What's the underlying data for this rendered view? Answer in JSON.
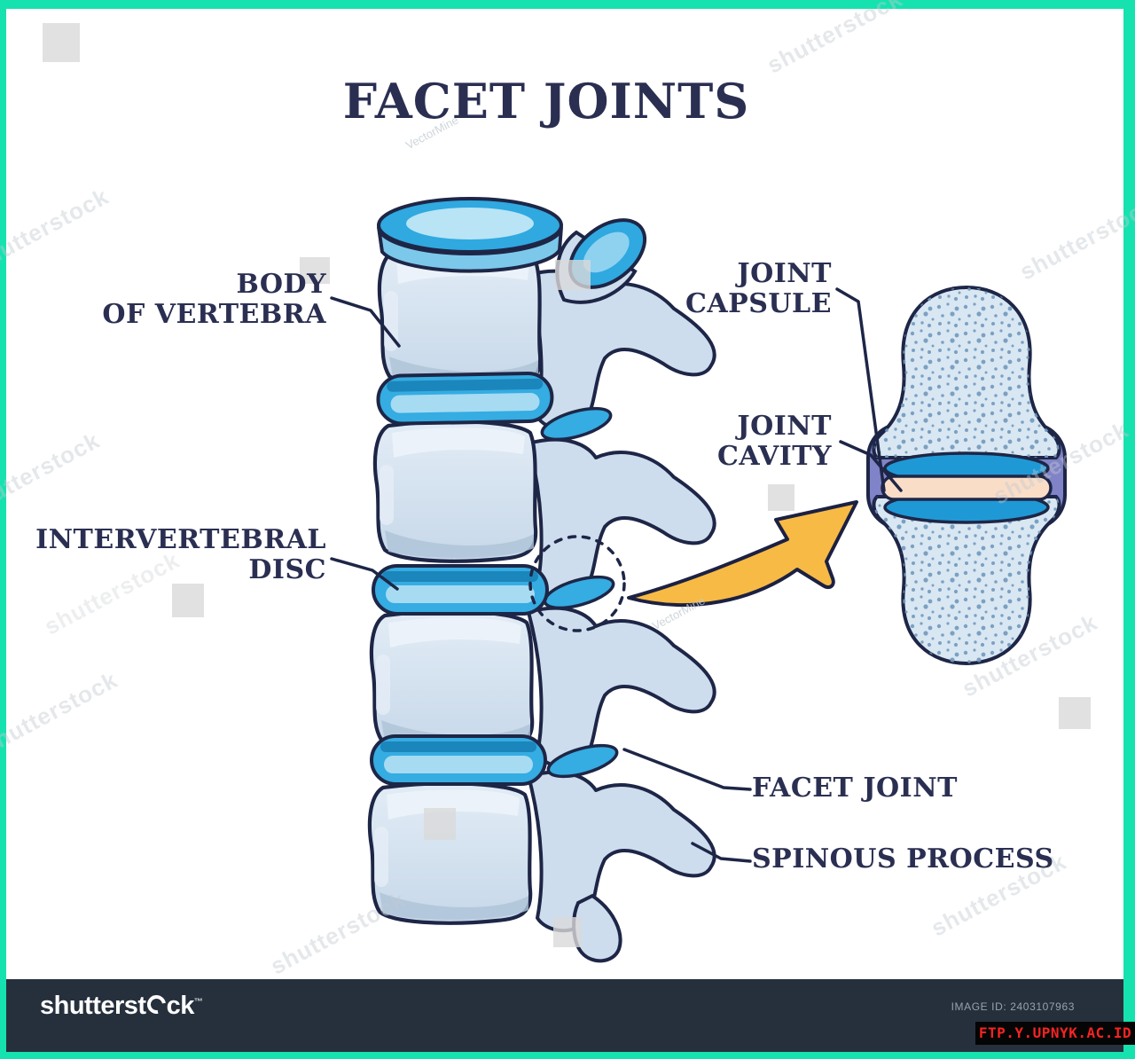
{
  "title": "FACET JOINTS",
  "labels": {
    "body_of_vertebra": {
      "line1": "BODY",
      "line2": "OF VERTEBRA"
    },
    "intervertebral_disc": {
      "line1": "INTERVERTEBRAL",
      "line2": "DISC"
    },
    "joint_capsule": {
      "line1": "JOINT",
      "line2": "CAPSULE"
    },
    "joint_cavity": {
      "line1": "JOINT",
      "line2": "CAVITY"
    },
    "facet_joint": "FACET JOINT",
    "spinous_process": "SPINOUS PROCESS"
  },
  "watermarks": {
    "brand_ghost": "shutterstock",
    "vector_credit": "VectorMine"
  },
  "footer": {
    "brand_left": "shutterst",
    "brand_right": "ck",
    "brand_tm": "™",
    "image_id": "IMAGE ID: 2403107963",
    "badge": "FTP.Y.UPNYK.AC.ID"
  },
  "colors": {
    "frame_teal": "#16e2b0",
    "footer_bar": "#26303d",
    "badge_red": "#f62323",
    "title_navy": "#2a2f52",
    "outline_navy": "#1e2647",
    "bone_light": "#d2e0ee",
    "disc_blue": "#35ace2",
    "capsule_purple": "#8083c7",
    "cavity_pink": "#f9ddc7",
    "arrow_orange": "#f7ba45"
  }
}
